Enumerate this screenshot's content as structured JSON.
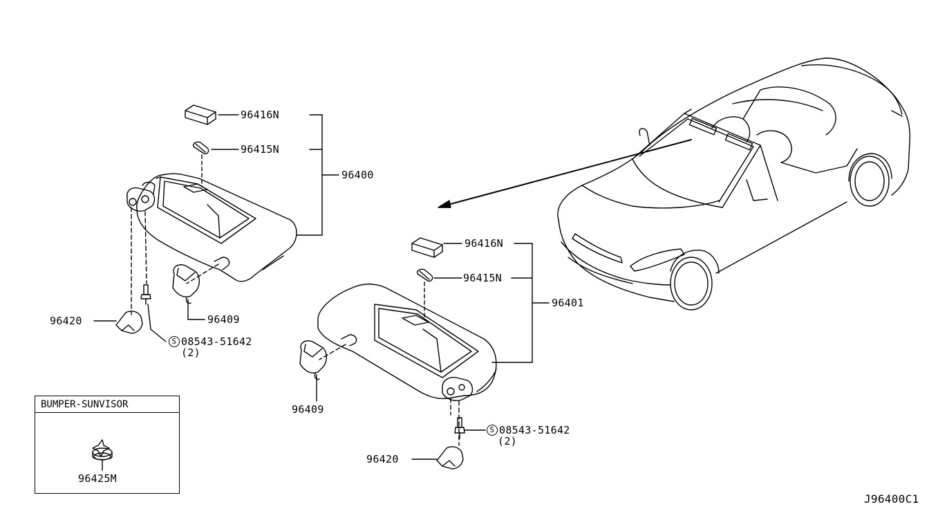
{
  "diagram_code": "J96400C1",
  "left_assembly": {
    "labels": {
      "vanity_lid": "96416N",
      "lamp_bulb": "96415N",
      "sunvisor": "96400",
      "holder": "96409",
      "cover": "96420",
      "screw": "08543-51642",
      "screw_qty": "(2)",
      "screw_symbol": "S"
    }
  },
  "right_assembly": {
    "labels": {
      "vanity_lid": "96416N",
      "lamp_bulb": "96415N",
      "sunvisor": "96401",
      "holder": "96409",
      "cover": "96420",
      "screw": "08543-51642",
      "screw_qty": "(2)",
      "screw_symbol": "S"
    }
  },
  "inset": {
    "title": "BUMPER-SUNVISOR",
    "part": "96425M"
  }
}
